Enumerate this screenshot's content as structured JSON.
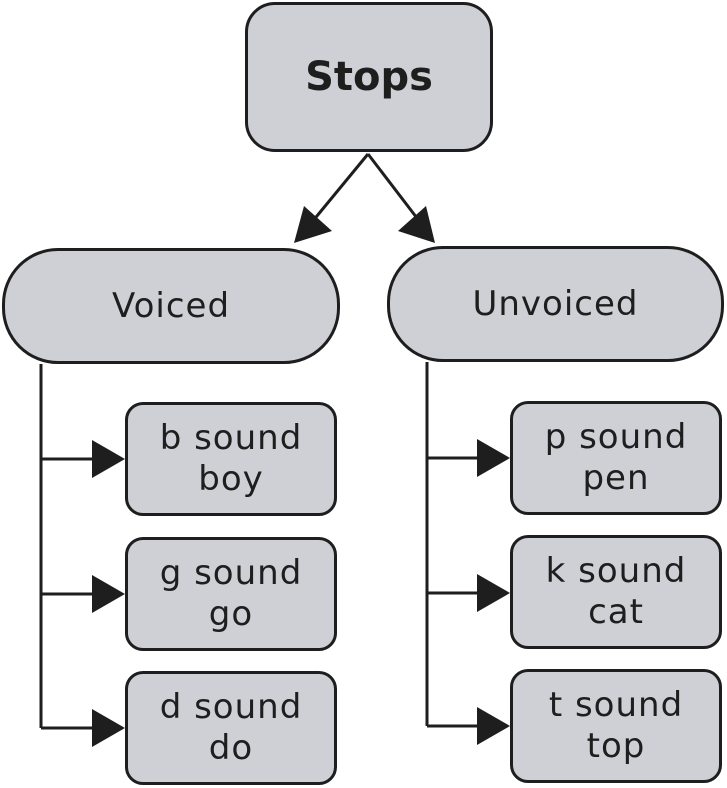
{
  "root": {
    "label": "Stops"
  },
  "categories": [
    {
      "label": "Voiced",
      "items": [
        {
          "sound": "b sound",
          "example": "boy"
        },
        {
          "sound": "g sound",
          "example": "go"
        },
        {
          "sound": "d sound",
          "example": "do"
        }
      ]
    },
    {
      "label": "Unvoiced",
      "items": [
        {
          "sound": "p sound",
          "example": "pen"
        },
        {
          "sound": "k sound",
          "example": "cat"
        },
        {
          "sound": "t sound",
          "example": "top"
        }
      ]
    }
  ],
  "colors": {
    "box_fill": "#ced0d6",
    "line": "#1e1e1e",
    "background": "#ffffff"
  }
}
